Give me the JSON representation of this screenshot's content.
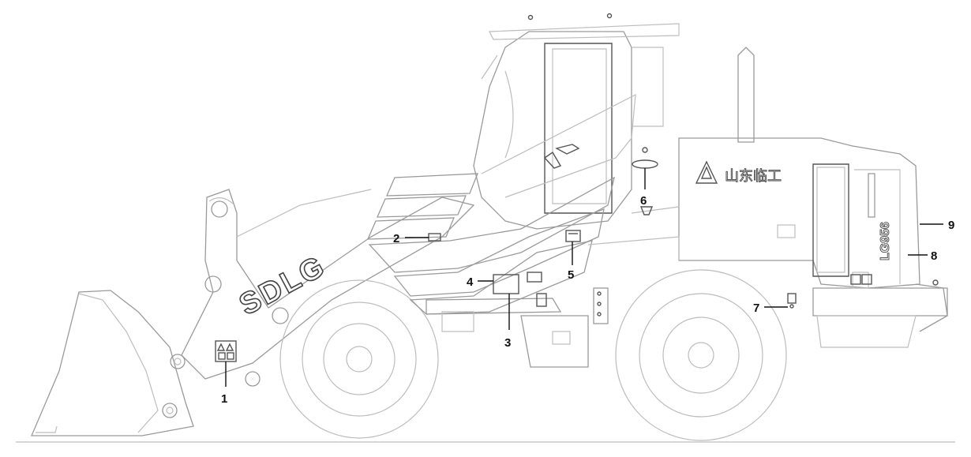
{
  "brand_logo_text": "SDLG",
  "cn_logo_text": "山东临工",
  "model_text": "LG956",
  "callouts": [
    {
      "id": "1",
      "label": "1"
    },
    {
      "id": "2",
      "label": "2"
    },
    {
      "id": "3",
      "label": "3"
    },
    {
      "id": "4",
      "label": "4"
    },
    {
      "id": "5",
      "label": "5"
    },
    {
      "id": "6",
      "label": "6"
    },
    {
      "id": "7",
      "label": "7"
    },
    {
      "id": "8",
      "label": "8"
    },
    {
      "id": "9",
      "label": "9"
    }
  ]
}
